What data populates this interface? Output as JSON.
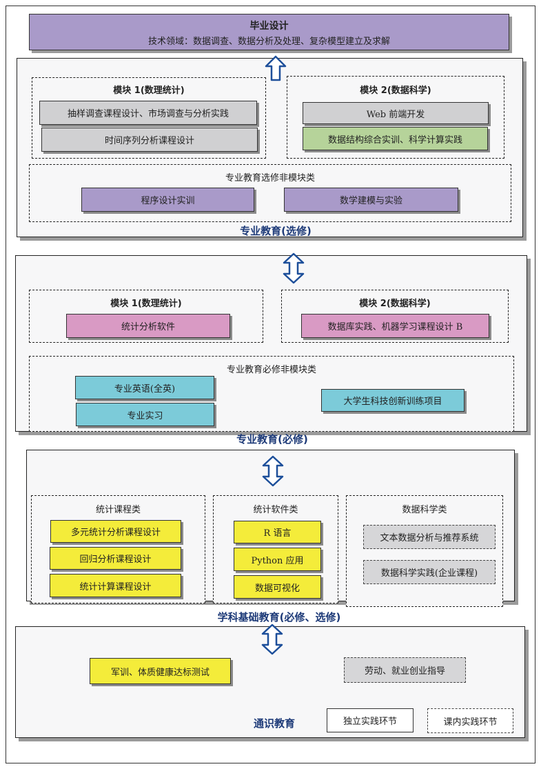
{
  "graduation": {
    "title": "毕业设计",
    "subtitle": "技术领域：数据调查、数据分析及处理、复杂模型建立及求解"
  },
  "elective": {
    "section_title": "专业教育(选修)",
    "module1": {
      "title": "模块 1(数理统计)",
      "items": [
        "抽样调查课程设计、市场调查与分析实践",
        "时间序列分析课程设计"
      ]
    },
    "module2": {
      "title": "模块 2(数据科学)",
      "items": [
        "Web 前端开发",
        "数据结构综合实训、科学计算实践"
      ]
    },
    "nonmodule": {
      "title": "专业教育选修非模块类",
      "items": [
        "程序设计实训",
        "数学建模与实验"
      ]
    }
  },
  "required": {
    "section_title": "专业教育(必修)",
    "module1": {
      "title": "模块 1(数理统计)",
      "items": [
        "统计分析软件"
      ]
    },
    "module2": {
      "title": "模块 2(数据科学)",
      "items": [
        "数据库实践、机器学习课程设计 B"
      ]
    },
    "nonmodule": {
      "title": "专业教育必修非模块类",
      "items": [
        "专业英语(全英)",
        "专业实习",
        "大学生科技创新训练项目"
      ]
    }
  },
  "foundation": {
    "section_title": "学科基础教育(必修、选修)",
    "stat_courses": {
      "title": "统计课程类",
      "items": [
        "多元统计分析课程设计",
        "回归分析课程设计",
        "统计计算课程设计"
      ]
    },
    "stat_software": {
      "title": "统计软件类",
      "items": [
        "R 语言",
        "Python 应用",
        "数据可视化"
      ]
    },
    "data_science": {
      "title": "数据科学类",
      "items": [
        "文本数据分析与推荐系统",
        "数据科学实践(企业课程)"
      ]
    }
  },
  "general": {
    "section_title": "通识教育",
    "items": [
      "军训、体质健康达标测试",
      "劳动、就业创业指导"
    ]
  },
  "legend": {
    "independent": "独立实践环节",
    "in_course": "课内实践环节"
  }
}
